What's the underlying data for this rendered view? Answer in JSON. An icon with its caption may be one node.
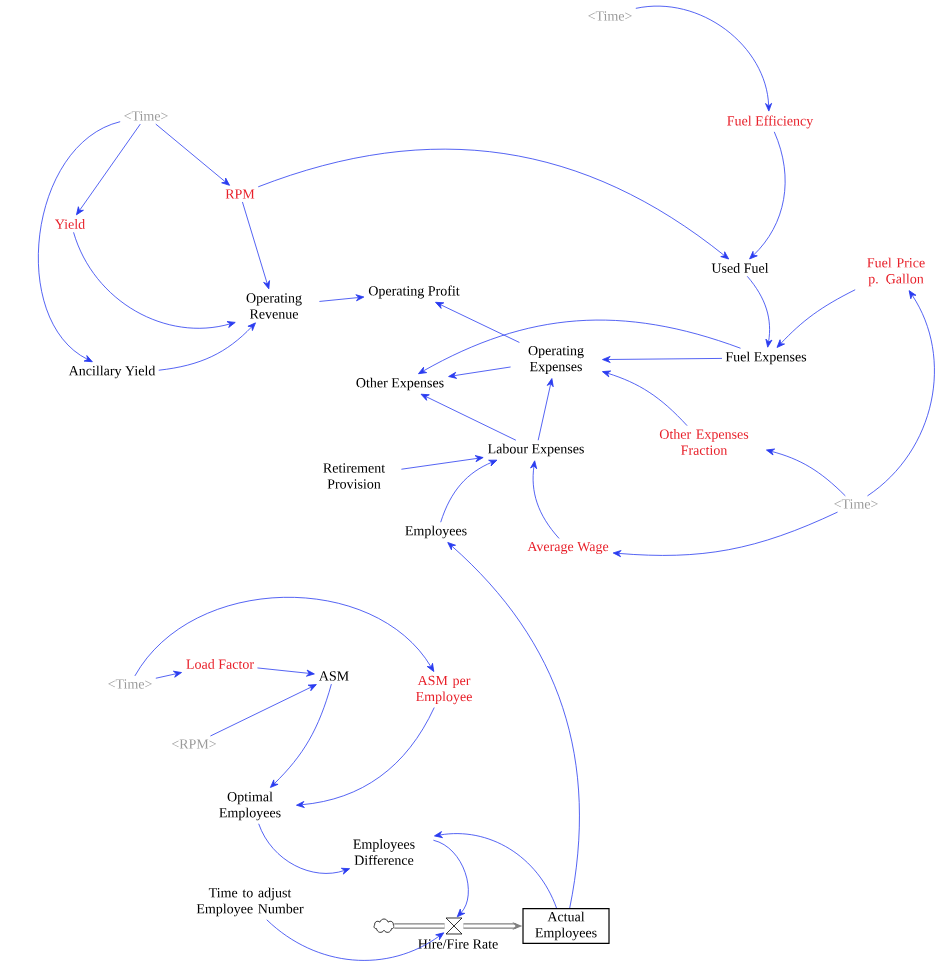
{
  "diagram": {
    "nodes": [
      {
        "text": [
          "<Time>"
        ]
      },
      {
        "text": [
          "Fuel Efficiency"
        ]
      },
      {
        "text": [
          "<Time>"
        ]
      },
      {
        "text": [
          "RPM"
        ]
      },
      {
        "text": [
          "Yield"
        ]
      },
      {
        "text": [
          "Used Fuel"
        ]
      },
      {
        "text": [
          "Operating Revenue"
        ]
      },
      {
        "text": [
          "Operating Profit"
        ]
      },
      {
        "text": [
          "Fuel Price p. Gallon"
        ]
      },
      {
        "text": [
          "Operating Expenses"
        ]
      },
      {
        "text": [
          "Fuel Expenses"
        ]
      },
      {
        "text": [
          "Ancillary Yield"
        ]
      },
      {
        "text": [
          "Other Expenses"
        ]
      },
      {
        "text": [
          "Other Expenses Fraction"
        ]
      },
      {
        "text": [
          "Retirement Provision"
        ]
      },
      {
        "text": [
          "Labour Expenses"
        ]
      },
      {
        "text": [
          "<Time>"
        ]
      },
      {
        "text": [
          "Employees"
        ]
      },
      {
        "text": [
          "Average Wage"
        ]
      },
      {
        "text": [
          "Load Factor"
        ]
      },
      {
        "text": [
          "ASM"
        ]
      },
      {
        "text": [
          "ASM per Employee"
        ]
      },
      {
        "text": [
          "<Time>"
        ]
      },
      {
        "text": [
          "<RPM>"
        ]
      },
      {
        "text": [
          "Optimal Employees"
        ]
      },
      {
        "text": [
          "Employees Difference"
        ]
      },
      {
        "text": [
          "Time to adjust Employee Number"
        ]
      },
      {
        "text": [],
        "shape": "cloud"
      },
      {
        "text": [
          "Hire/Fire Rate"
        ]
      },
      {
        "text": [
          "Actual Employees"
        ]
      }
    ],
    "edges": [
      {
        "from": 0,
        "to": 1,
        "arrow": "to"
      },
      {
        "from": 1,
        "to": 5,
        "arrow": "to"
      },
      {
        "from": 2,
        "to": 3,
        "arrow": "to"
      },
      {
        "from": 2,
        "to": 4,
        "arrow": "to"
      },
      {
        "from": 2,
        "to": 11,
        "arrow": "to"
      },
      {
        "from": 3,
        "to": 6,
        "arrow": "to"
      },
      {
        "from": 3,
        "to": 5,
        "arrow": "to"
      },
      {
        "from": 4,
        "to": 6,
        "arrow": "to"
      },
      {
        "from": 11,
        "to": 6,
        "arrow": "to"
      },
      {
        "from": 6,
        "to": 7,
        "arrow": "to"
      },
      {
        "from": 9,
        "to": 7,
        "arrow": "to"
      },
      {
        "from": 5,
        "to": 10,
        "arrow": "to"
      },
      {
        "from": 8,
        "to": 10,
        "arrow": "to"
      },
      {
        "from": 10,
        "to": 9,
        "arrow": "to"
      },
      {
        "from": 10,
        "to": 12,
        "arrow": "to"
      },
      {
        "from": 9,
        "to": 12,
        "arrow": "to"
      },
      {
        "from": 15,
        "to": 12,
        "arrow": "to"
      },
      {
        "from": 15,
        "to": 9,
        "arrow": "to"
      },
      {
        "from": 14,
        "to": 15,
        "arrow": "to"
      },
      {
        "from": 17,
        "to": 15,
        "arrow": "to"
      },
      {
        "from": 18,
        "to": 15,
        "arrow": "to"
      },
      {
        "from": 16,
        "to": 13,
        "arrow": "to"
      },
      {
        "from": 16,
        "to": 18,
        "arrow": "to"
      },
      {
        "from": 16,
        "to": 8,
        "arrow": "to"
      },
      {
        "from": 13,
        "to": 9,
        "arrow": "to"
      },
      {
        "from": 22,
        "to": 19,
        "arrow": "to"
      },
      {
        "from": 22,
        "to": 21,
        "arrow": "to"
      },
      {
        "from": 19,
        "to": 20,
        "arrow": "to"
      },
      {
        "from": 23,
        "to": 20,
        "arrow": "to"
      },
      {
        "from": 20,
        "to": 24,
        "arrow": "to"
      },
      {
        "from": 21,
        "to": 24,
        "arrow": "to"
      },
      {
        "from": 24,
        "to": 25,
        "arrow": "to"
      },
      {
        "from": 26,
        "to": 28,
        "arrow": "to"
      },
      {
        "from": 25,
        "to": 28,
        "arrow": "to"
      },
      {
        "from": 29,
        "to": 25,
        "arrow": "to"
      },
      {
        "from": 29,
        "to": 17,
        "arrow": "to"
      },
      {
        "from": 27,
        "to": 28,
        "arrow": "none",
        "style": "thick",
        "color": "#808080"
      },
      {
        "from": 28,
        "to": 29,
        "arrow": "to",
        "style": "thick",
        "color": "#808080"
      }
    ]
  }
}
